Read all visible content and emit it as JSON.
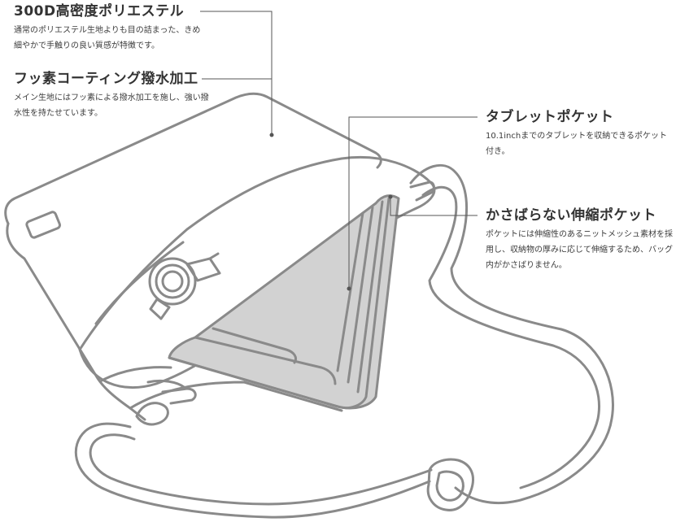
{
  "callouts": {
    "polyester": {
      "title": "300D高密度ポリエステル",
      "description": "通常のポリエステル生地よりも目の詰まった、きめ細やかで手触りの良い質感が特徴です。"
    },
    "fluorine_coating": {
      "title": "フッ素コーティング撥水加工",
      "description": "メイン生地にはフッ素による撥水加工を施し、強い撥水性を持たせています。"
    },
    "tablet_pocket": {
      "title": "タブレットポケット",
      "description": "10.1inchまでのタブレットを収納できるポケット付き。"
    },
    "stretch_pocket": {
      "title": "かさばらない伸縮ポケット",
      "description": "ポケットには伸縮性のあるニットメッシュ素材を採用し、収納物の厚みに応じて伸縮するため、バッグ内がかさばりません。"
    }
  },
  "colors": {
    "outline": "#8a8a8a",
    "tablet_fill": "#d2d2d2",
    "leader_line": "#555555"
  }
}
